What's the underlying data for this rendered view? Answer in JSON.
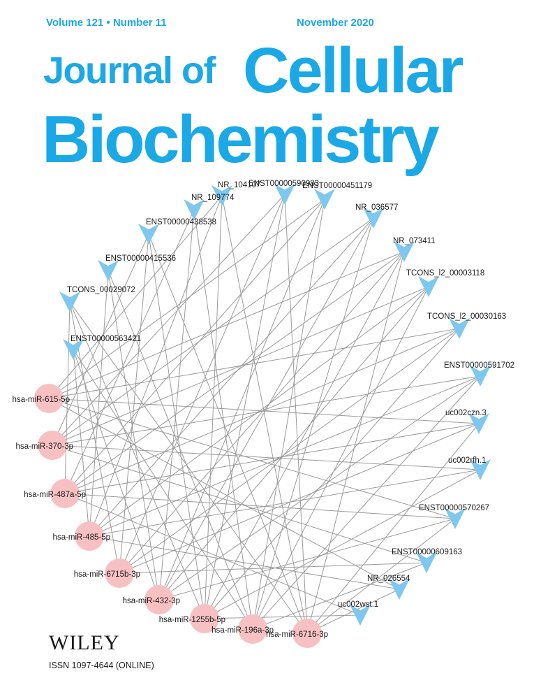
{
  "masthead": {
    "volume_number": "Volume 121 • Number 11",
    "date": "November 2020",
    "title_part1": "Journal of",
    "title_part2": "Cellular",
    "title_part3": "Biochemistry"
  },
  "network": {
    "colors": {
      "lncrna_node": "#7ec8ef",
      "mirna_node": "#f7c1c3",
      "edge": "#9a9a9a",
      "label": "#1a1a1a"
    },
    "lncrna_nodes": [
      {
        "id": "ENST00000563421",
        "label": "ENST00000563421"
      },
      {
        "id": "TCONS_00029072",
        "label": "TCONS_00029072"
      },
      {
        "id": "ENST00000415536",
        "label": "ENST00000415536"
      },
      {
        "id": "ENST00000438538",
        "label": "ENST00000438538"
      },
      {
        "id": "NR_109774",
        "label": "NR_109774"
      },
      {
        "id": "NR_104107",
        "label": "NR_104107"
      },
      {
        "id": "ENST00000590983",
        "label": "ENST00000590983"
      },
      {
        "id": "ENST00000451179",
        "label": "ENST00000451179"
      },
      {
        "id": "NR_036577",
        "label": "NR_036577"
      },
      {
        "id": "NR_073411",
        "label": "NR_073411"
      },
      {
        "id": "TCONS_l2_00003118",
        "label": "TCONS_l2_00003118"
      },
      {
        "id": "TCONS_l2_00030163",
        "label": "TCONS_l2_00030163"
      },
      {
        "id": "ENST00000591702",
        "label": "ENST00000591702"
      },
      {
        "id": "uc002czn.3",
        "label": "uc002czn.3"
      },
      {
        "id": "uc002rfh.1",
        "label": "uc002rfh.1"
      },
      {
        "id": "ENST00000570267",
        "label": "ENST00000570267"
      },
      {
        "id": "ENST00000609163",
        "label": "ENST00000609163"
      },
      {
        "id": "NR_026554",
        "label": "NR_026554"
      },
      {
        "id": "uc002wst.1",
        "label": "uc002wst.1"
      }
    ],
    "mirna_nodes": [
      {
        "id": "hsa-miR-615-5p",
        "label": "hsa-miR-615-5p"
      },
      {
        "id": "hsa-miR-370-3p",
        "label": "hsa-miR-370-3p"
      },
      {
        "id": "hsa-miR-487a-5p",
        "label": "hsa-miR-487a-5p"
      },
      {
        "id": "hsa-miR-485-5p",
        "label": "hsa-miR-485-5p"
      },
      {
        "id": "hsa-miR-6715b-3p",
        "label": "hsa-miR-6715b-3p"
      },
      {
        "id": "hsa-miR-432-3p",
        "label": "hsa-miR-432-3p"
      },
      {
        "id": "hsa-miR-1255b-5p",
        "label": "hsa-miR-1255b-5p"
      },
      {
        "id": "hsa-miR-196a-3p",
        "label": "hsa-miR-196a-3p"
      },
      {
        "id": "hsa-miR-6716-3p",
        "label": "hsa-miR-6716-3p"
      }
    ],
    "edges": [
      [
        "hsa-miR-615-5p",
        "NR_104107"
      ],
      [
        "hsa-miR-615-5p",
        "ENST00000451179"
      ],
      [
        "hsa-miR-615-5p",
        "NR_073411"
      ],
      [
        "hsa-miR-615-5p",
        "TCONS_l2_00030163"
      ],
      [
        "hsa-miR-615-5p",
        "uc002czn.3"
      ],
      [
        "hsa-miR-615-5p",
        "ENST00000570267"
      ],
      [
        "hsa-miR-615-5p",
        "NR_026554"
      ],
      [
        "hsa-miR-370-3p",
        "ENST00000438538"
      ],
      [
        "hsa-miR-370-3p",
        "ENST00000590983"
      ],
      [
        "hsa-miR-370-3p",
        "NR_036577"
      ],
      [
        "hsa-miR-370-3p",
        "TCONS_l2_00003118"
      ],
      [
        "hsa-miR-370-3p",
        "ENST00000591702"
      ],
      [
        "hsa-miR-370-3p",
        "uc002rfh.1"
      ],
      [
        "hsa-miR-370-3p",
        "ENST00000609163"
      ],
      [
        "hsa-miR-487a-5p",
        "TCONS_00029072"
      ],
      [
        "hsa-miR-487a-5p",
        "NR_109774"
      ],
      [
        "hsa-miR-487a-5p",
        "ENST00000451179"
      ],
      [
        "hsa-miR-487a-5p",
        "NR_073411"
      ],
      [
        "hsa-miR-487a-5p",
        "TCONS_l2_00030163"
      ],
      [
        "hsa-miR-487a-5p",
        "uc002czn.3"
      ],
      [
        "hsa-miR-487a-5p",
        "ENST00000570267"
      ],
      [
        "hsa-miR-487a-5p",
        "uc002wst.1"
      ],
      [
        "hsa-miR-485-5p",
        "ENST00000563421"
      ],
      [
        "hsa-miR-485-5p",
        "ENST00000415536"
      ],
      [
        "hsa-miR-485-5p",
        "NR_104107"
      ],
      [
        "hsa-miR-485-5p",
        "NR_036577"
      ],
      [
        "hsa-miR-485-5p",
        "TCONS_l2_00003118"
      ],
      [
        "hsa-miR-485-5p",
        "ENST00000591702"
      ],
      [
        "hsa-miR-485-5p",
        "uc002rfh.1"
      ],
      [
        "hsa-miR-485-5p",
        "NR_026554"
      ],
      [
        "hsa-miR-6715b-3p",
        "TCONS_00029072"
      ],
      [
        "hsa-miR-6715b-3p",
        "ENST00000438538"
      ],
      [
        "hsa-miR-6715b-3p",
        "ENST00000590983"
      ],
      [
        "hsa-miR-6715b-3p",
        "NR_073411"
      ],
      [
        "hsa-miR-6715b-3p",
        "TCONS_l2_00030163"
      ],
      [
        "hsa-miR-6715b-3p",
        "uc002czn.3"
      ],
      [
        "hsa-miR-6715b-3p",
        "ENST00000609163"
      ],
      [
        "hsa-miR-432-3p",
        "ENST00000563421"
      ],
      [
        "hsa-miR-432-3p",
        "ENST00000415536"
      ],
      [
        "hsa-miR-432-3p",
        "NR_109774"
      ],
      [
        "hsa-miR-432-3p",
        "ENST00000451179"
      ],
      [
        "hsa-miR-432-3p",
        "NR_036577"
      ],
      [
        "hsa-miR-432-3p",
        "TCONS_l2_00003118"
      ],
      [
        "hsa-miR-432-3p",
        "ENST00000591702"
      ],
      [
        "hsa-miR-432-3p",
        "ENST00000570267"
      ],
      [
        "hsa-miR-1255b-5p",
        "TCONS_00029072"
      ],
      [
        "hsa-miR-1255b-5p",
        "ENST00000438538"
      ],
      [
        "hsa-miR-1255b-5p",
        "NR_104107"
      ],
      [
        "hsa-miR-1255b-5p",
        "ENST00000590983"
      ],
      [
        "hsa-miR-1255b-5p",
        "NR_073411"
      ],
      [
        "hsa-miR-1255b-5p",
        "TCONS_l2_00030163"
      ],
      [
        "hsa-miR-1255b-5p",
        "uc002rfh.1"
      ],
      [
        "hsa-miR-1255b-5p",
        "uc002wst.1"
      ],
      [
        "hsa-miR-196a-3p",
        "ENST00000563421"
      ],
      [
        "hsa-miR-196a-3p",
        "ENST00000415536"
      ],
      [
        "hsa-miR-196a-3p",
        "NR_109774"
      ],
      [
        "hsa-miR-196a-3p",
        "ENST00000451179"
      ],
      [
        "hsa-miR-196a-3p",
        "NR_036577"
      ],
      [
        "hsa-miR-196a-3p",
        "TCONS_l2_00003118"
      ],
      [
        "hsa-miR-196a-3p",
        "ENST00000591702"
      ],
      [
        "hsa-miR-196a-3p",
        "ENST00000609163"
      ],
      [
        "hsa-miR-6716-3p",
        "TCONS_00029072"
      ],
      [
        "hsa-miR-6716-3p",
        "ENST00000438538"
      ],
      [
        "hsa-miR-6716-3p",
        "NR_104107"
      ],
      [
        "hsa-miR-6716-3p",
        "ENST00000590983"
      ],
      [
        "hsa-miR-6716-3p",
        "NR_073411"
      ],
      [
        "hsa-miR-6716-3p",
        "uc002czn.3"
      ],
      [
        "hsa-miR-6716-3p",
        "ENST00000570267"
      ],
      [
        "hsa-miR-6716-3p",
        "NR_026554"
      ]
    ]
  },
  "footer": {
    "publisher": "WILEY",
    "issn": "ISSN 1097-4644 (ONLINE)"
  }
}
